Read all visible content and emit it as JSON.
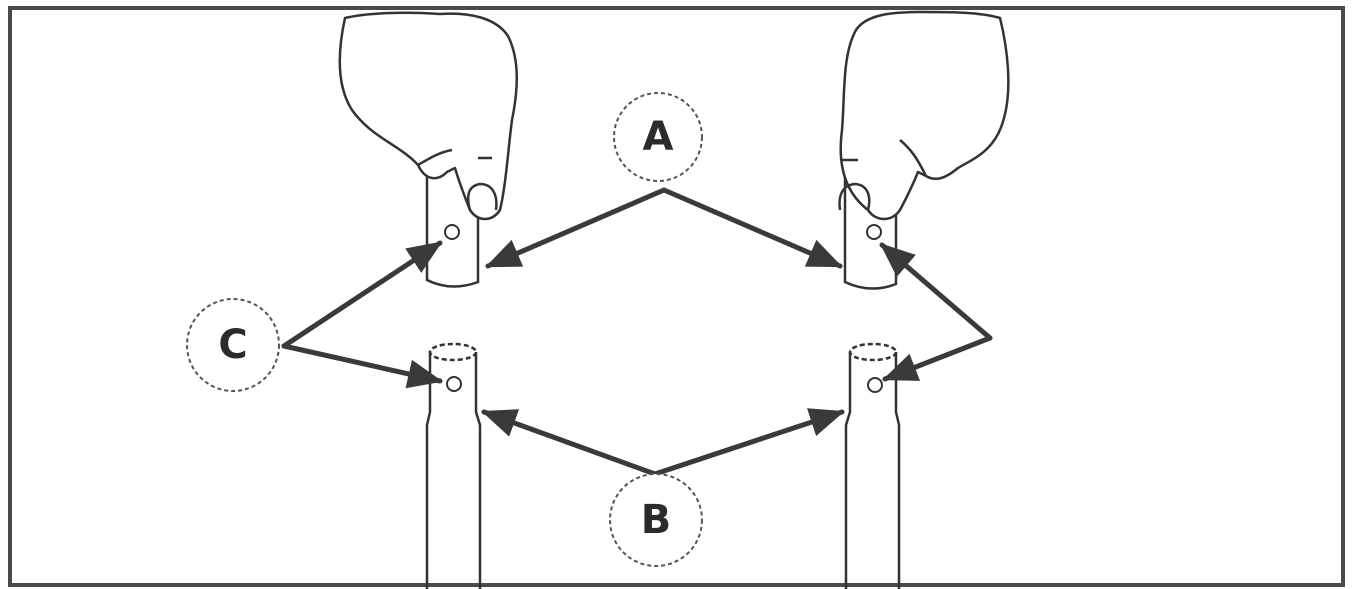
{
  "callouts": {
    "a": "A",
    "b": "B",
    "c": "C"
  },
  "colors": {
    "ink": "#333333",
    "arrow": "#3a3a3a",
    "frame": "#4a4a4a",
    "background": "#ffffff"
  }
}
